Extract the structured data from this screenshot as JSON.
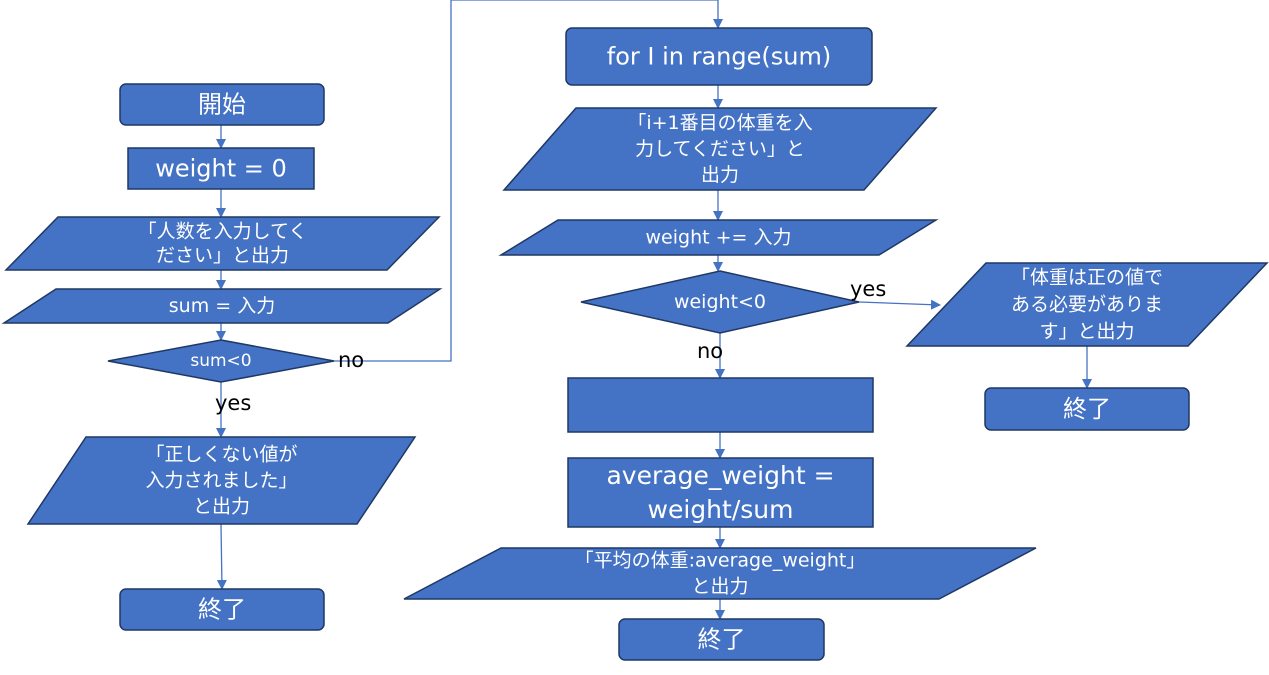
{
  "colors": {
    "node_fill": "#4472C4",
    "node_stroke": "#1F3864",
    "edge": "#4472C4",
    "node_text": "#FFFFFF",
    "edge_text": "#000000"
  },
  "nodes": {
    "start": {
      "lines": [
        "開始"
      ]
    },
    "init_weight": {
      "lines": [
        "weight = 0"
      ]
    },
    "prompt_count": {
      "lines": [
        "「人数を入力してく",
        "ださい」と出力"
      ]
    },
    "input_sum": {
      "lines": [
        "sum = 入力"
      ]
    },
    "check_sum": {
      "lines": [
        "sum<0"
      ]
    },
    "invalid_output": {
      "lines": [
        "「正しくない値が",
        "入力されました」",
        "と出力"
      ]
    },
    "end_left": {
      "lines": [
        "終了"
      ]
    },
    "for_loop": {
      "lines": [
        "for I in range(sum)"
      ]
    },
    "prompt_weight": {
      "lines": [
        "「i+1番目の体重を入",
        "力してください」と",
        "出力"
      ]
    },
    "add_weight": {
      "lines": [
        "weight += 入力"
      ]
    },
    "check_weight": {
      "lines": [
        "weight<0"
      ]
    },
    "positive_output": {
      "lines": [
        "「体重は正の値で",
        "ある必要がありま",
        "す」と出力"
      ]
    },
    "end_right": {
      "lines": [
        "終了"
      ]
    },
    "empty_box": {
      "lines": []
    },
    "average_calc": {
      "lines": [
        "average_weight =",
        "weight/sum"
      ]
    },
    "average_output": {
      "lines": [
        "「平均の体重:average_weight」",
        "と出力"
      ]
    },
    "end_center": {
      "lines": [
        "終了"
      ]
    }
  },
  "edge_labels": {
    "sum_no": "no",
    "sum_yes": "yes",
    "weight_yes": "yes",
    "weight_no": "no"
  }
}
